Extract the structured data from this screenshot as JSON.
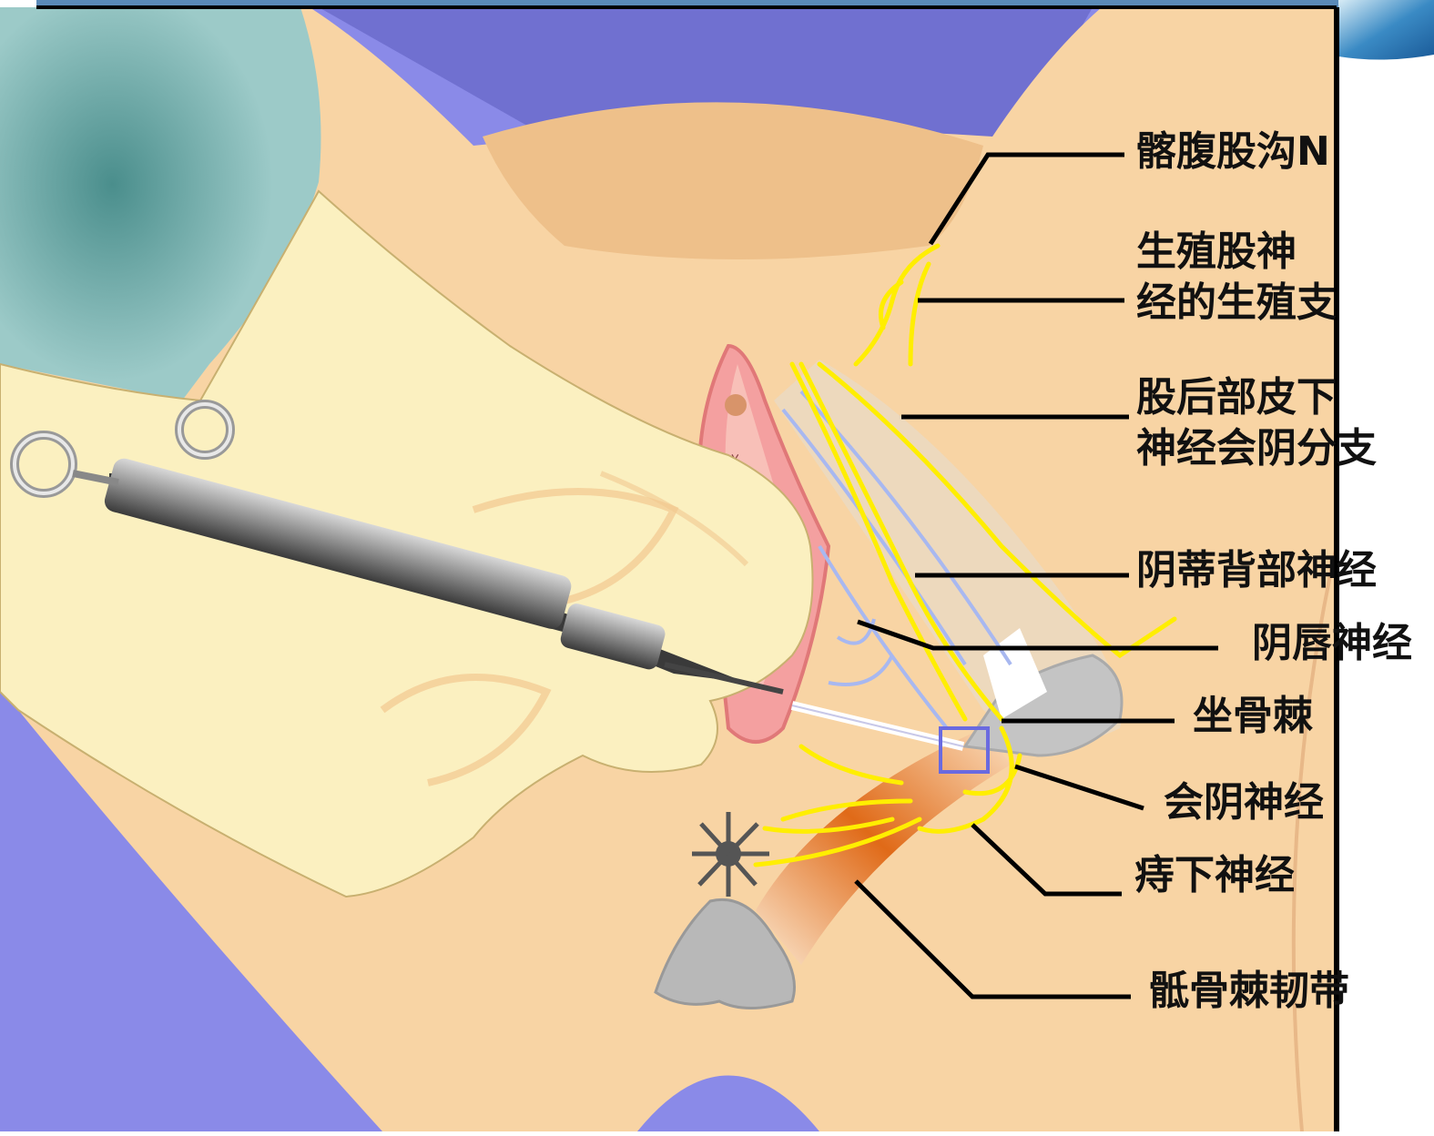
{
  "labels": {
    "ilioinguinal": "髂腹股沟N",
    "genitofemoral_1": "生殖股神",
    "genitofemoral_2": "经的生殖支",
    "post_femoral_1": "股后部皮下",
    "post_femoral_2": "神经会阴分支",
    "dorsal_clitoral": "阴蒂背部神经",
    "labial": "阴唇神经",
    "ischial_spine": "坐骨棘",
    "pudendal": "会阴神经",
    "inferior_rectal": "痔下神经",
    "sacrospinous": "骶骨棘韧带"
  },
  "colors": {
    "skin": "#f8d4a4",
    "skin_dark": "#eec08a",
    "background_blue": "#8a8ae8",
    "sleeve": "#9ccac8",
    "glove": "#fbf0c0",
    "nerve": "#ffee00",
    "vessel": "#a8b8f0",
    "bone": "#b8b8b8",
    "ligament": "#e06a18",
    "leader_line": "#000000",
    "frame_line": "#000000",
    "corner_blue": "#2a7ab8"
  }
}
